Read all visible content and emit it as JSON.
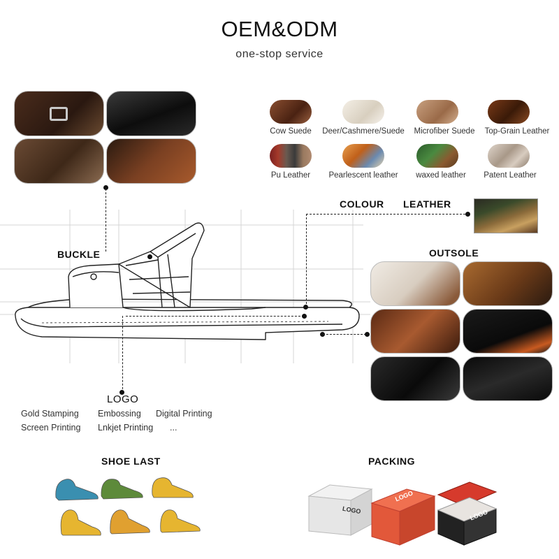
{
  "header": {
    "title": "OEM&ODM",
    "subtitle": "one-stop service"
  },
  "materials": {
    "row1": [
      {
        "label": "Cow Suede",
        "color": "#6b3a22"
      },
      {
        "label": "Deer/Cashmere/Suede",
        "color": "#ece6d9"
      },
      {
        "label": "Microfiber Suede",
        "color": "#b98a66"
      },
      {
        "label": "Top-Grain Leather",
        "color": "#5a2a12"
      }
    ],
    "row2": [
      {
        "label": "Pu Leather",
        "color": "#8a2a24"
      },
      {
        "label": "Pearlescent leather",
        "color": "#d5843a"
      },
      {
        "label": "waxed leather",
        "color": "#3c6a3a"
      },
      {
        "label": "Patent Leather",
        "color": "#c9bdb2"
      }
    ]
  },
  "callouts": {
    "colour": "COLOUR",
    "leather": "LEATHER",
    "buckle": "BUCKLE",
    "outsole": "OUTSOLE",
    "logo": "LOGO"
  },
  "logo_options": {
    "row1": [
      "Gold Stamping",
      "Embossing",
      "Digital Printing"
    ],
    "row2": [
      "Screen Printing",
      "Lnkjet Printing",
      "..."
    ]
  },
  "bottom": {
    "shoe_last": "SHOE LAST",
    "packing": "PACKING",
    "box_logo": "LOGO"
  },
  "colors": {
    "last_blue": "#3a8fb0",
    "last_green": "#5d8a3a",
    "last_yellow": "#e6b530",
    "box_red": "#d63a2c",
    "box_orange": "#e2583a"
  }
}
